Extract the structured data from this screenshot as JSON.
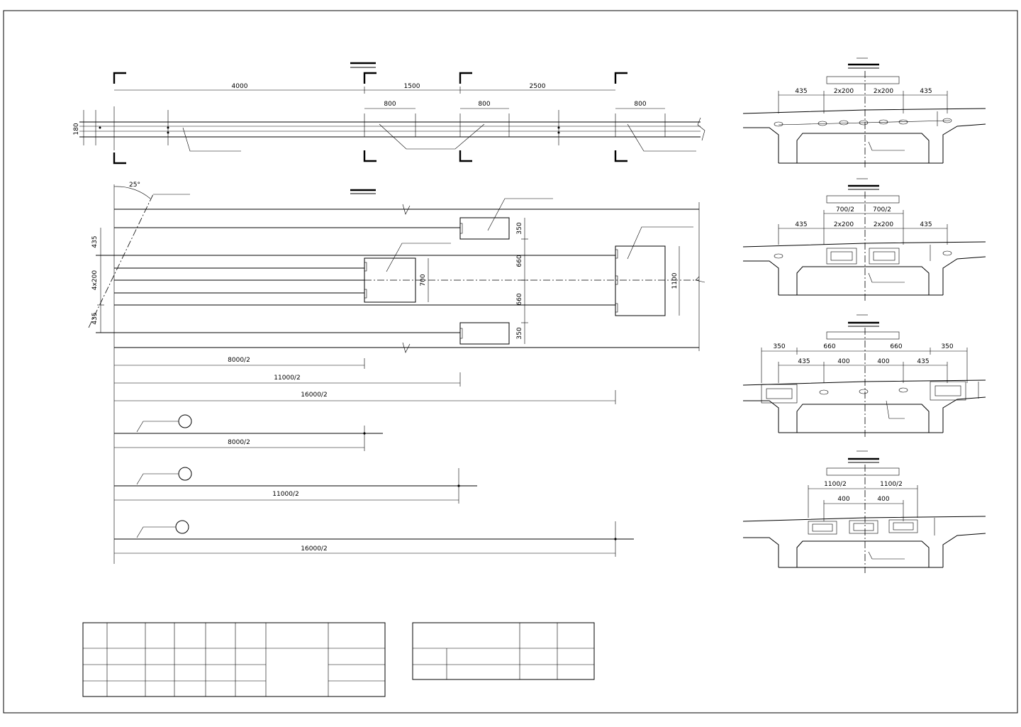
{
  "drawing": {
    "plan_top": {
      "segments": [
        "4000",
        "1500",
        "2500"
      ],
      "sub_segments": [
        "800",
        "800",
        "800"
      ],
      "thickness": "180"
    },
    "plan_main": {
      "angle": "25°",
      "left_dims": [
        "435",
        "4x200",
        "435"
      ],
      "right_dims": [
        "350",
        "660",
        "660",
        "350"
      ],
      "block_dims": [
        "700",
        "1100"
      ],
      "length_dims": [
        "8000/2",
        "11000/2",
        "16000/2"
      ]
    },
    "bars": {
      "lengths": [
        "8000/2",
        "11000/2",
        "16000/2"
      ]
    },
    "sections": [
      {
        "top": [
          "435",
          "2x200",
          "2x200",
          "435"
        ],
        "bottom": []
      },
      {
        "top": [
          "700/2",
          "700/2"
        ],
        "bottom": [
          "435",
          "2x200",
          "2x200",
          "435"
        ]
      },
      {
        "top": [
          "350",
          "660",
          "660",
          "350"
        ],
        "bottom": [
          "435",
          "400",
          "400",
          "435"
        ]
      },
      {
        "top": [
          "1100/2",
          "1100/2"
        ],
        "bottom": [
          "400",
          "400"
        ]
      }
    ]
  }
}
